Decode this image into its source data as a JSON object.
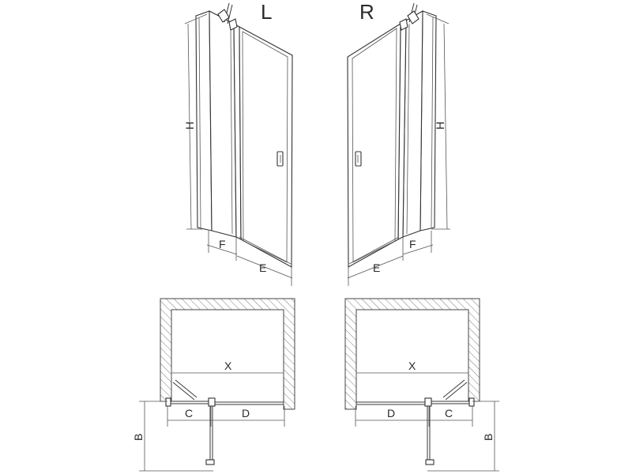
{
  "views": {
    "left_label": "L",
    "right_label": "R"
  },
  "dimensions": {
    "height": "H",
    "fixed_panel": "F",
    "door": "E",
    "wall_width": "X",
    "fixed_plan": "C",
    "door_plan": "D",
    "depth": "B"
  },
  "colors": {
    "line": "#3a3a3a",
    "hatch": "#7a7a7a",
    "background": "#ffffff"
  }
}
